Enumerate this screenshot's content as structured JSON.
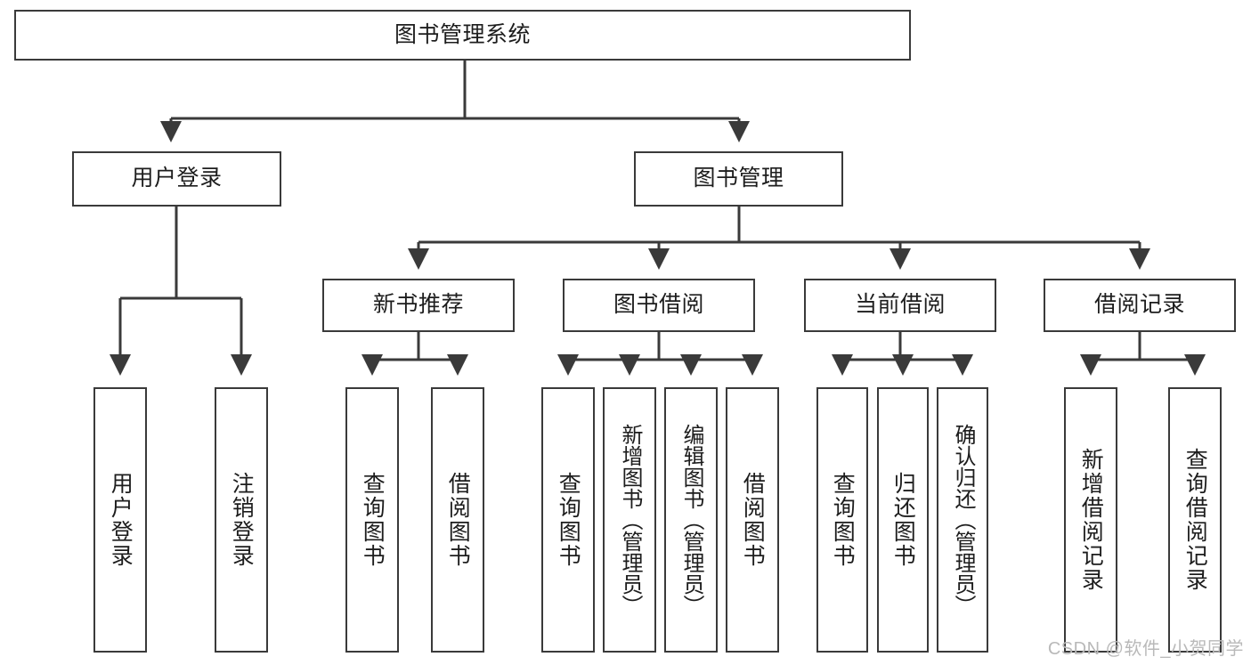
{
  "diagram": {
    "title": "图书管理系统",
    "type": "tree",
    "root": {
      "label": "图书管理系统"
    },
    "level2": [
      {
        "label": "用户登录"
      },
      {
        "label": "图书管理"
      }
    ],
    "level3": [
      {
        "label": "新书推荐"
      },
      {
        "label": "图书借阅"
      },
      {
        "label": "当前借阅"
      },
      {
        "label": "借阅记录"
      }
    ],
    "leaves": {
      "user_login": [
        {
          "label": "用户登录"
        },
        {
          "label": "注销登录"
        }
      ],
      "new_book_recommend": [
        {
          "label": "查询图书"
        },
        {
          "label": "借阅图书"
        }
      ],
      "book_borrow": [
        {
          "label": "查询图书"
        },
        {
          "label": "新增图书（管理员）"
        },
        {
          "label": "编辑图书（管理员）"
        },
        {
          "label": "借阅图书"
        }
      ],
      "current_borrow": [
        {
          "label": "查询图书"
        },
        {
          "label": "归还图书"
        },
        {
          "label": "确认归还（管理员）"
        }
      ],
      "borrow_record": [
        {
          "label": "新增借阅记录"
        },
        {
          "label": "查询借阅记录"
        }
      ]
    }
  },
  "watermark": {
    "text": "CSDN @软件_小贺同学"
  },
  "colors": {
    "stroke": "#3a3a3a",
    "fill": "#ffffff",
    "text": "#1d1d1d",
    "watermark": "#b9b9b9"
  }
}
